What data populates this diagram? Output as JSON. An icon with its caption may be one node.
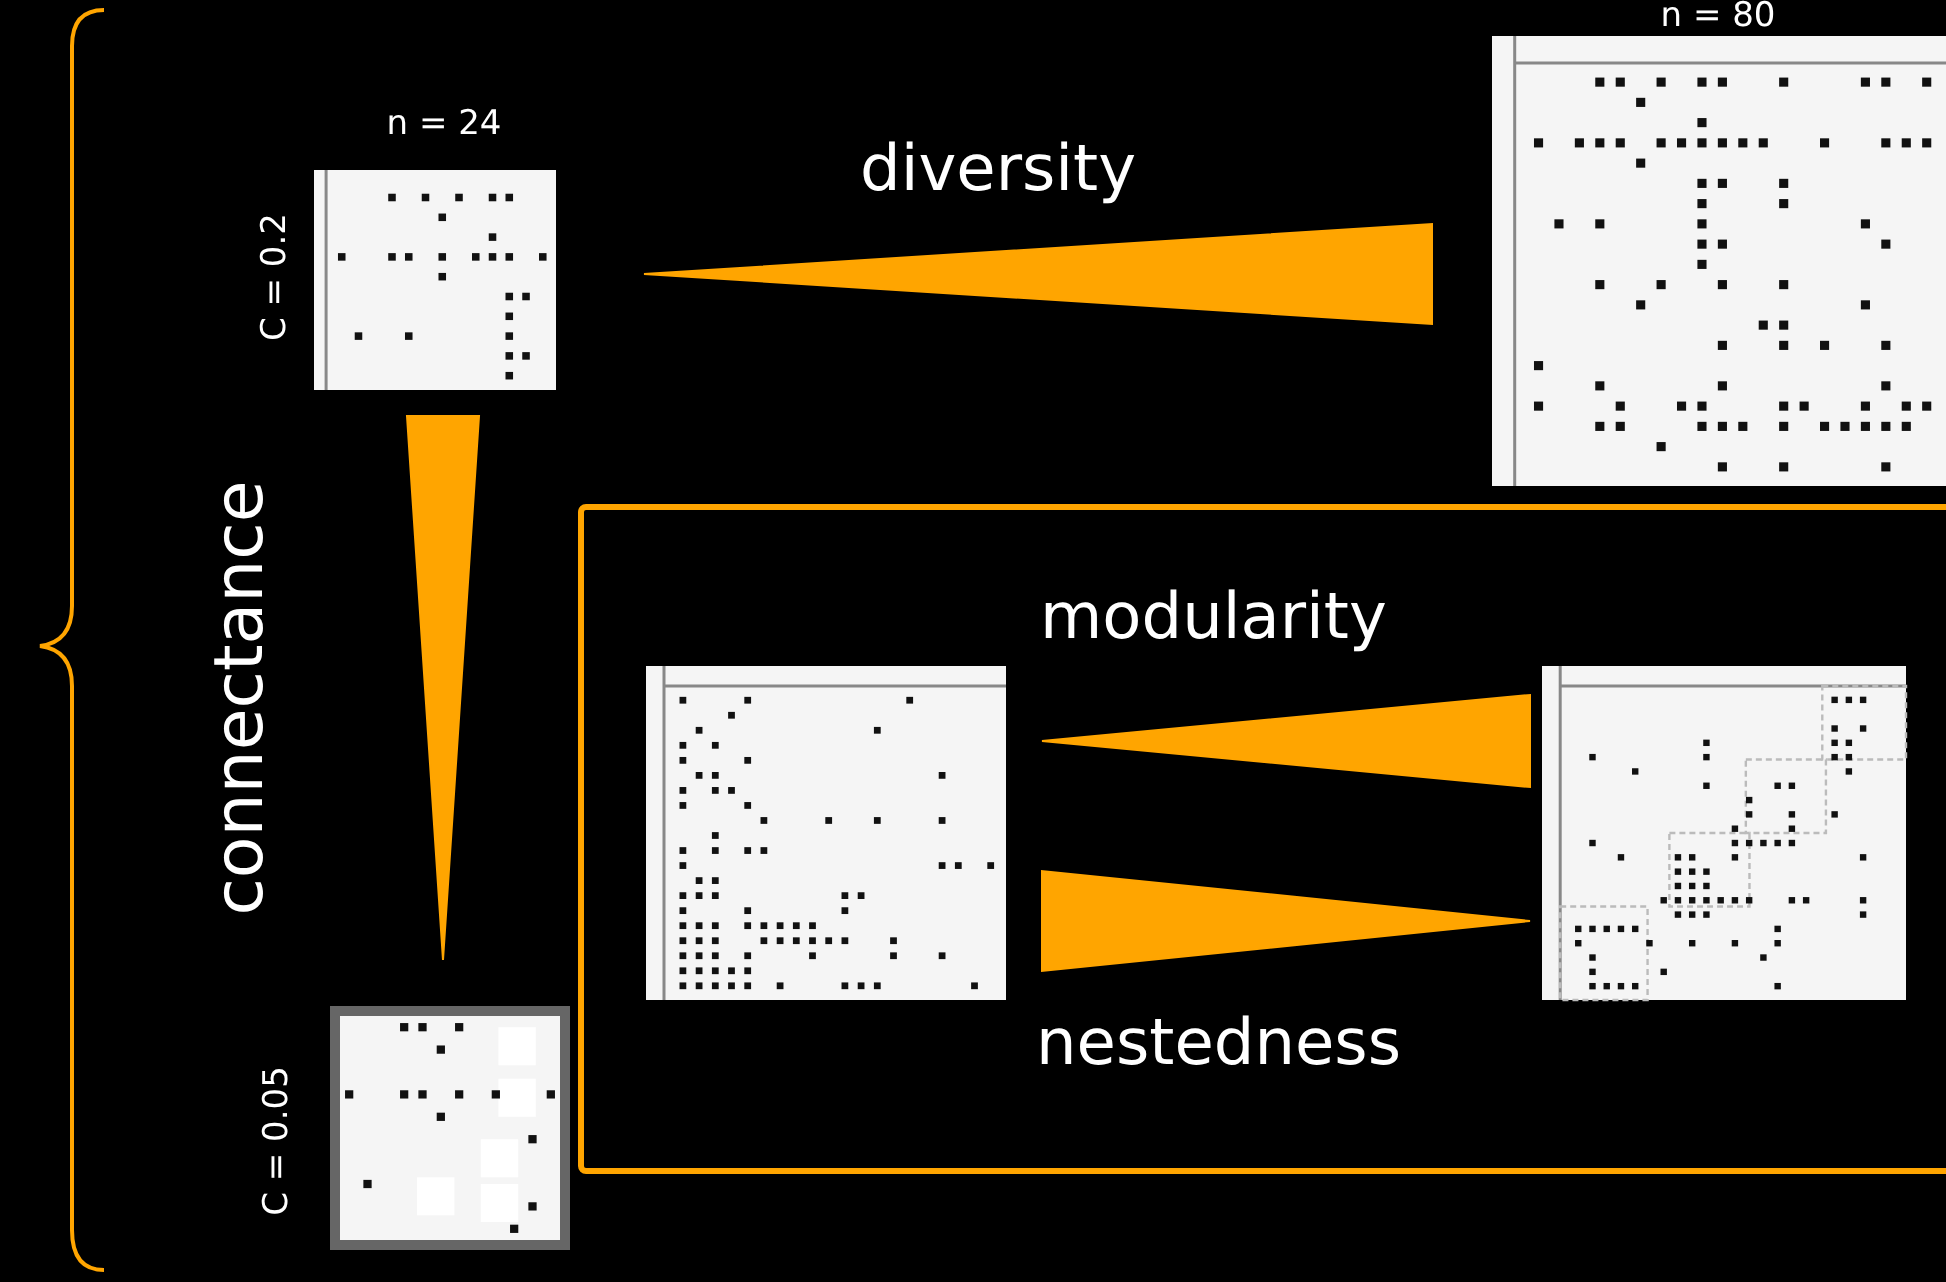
{
  "diagram": {
    "nodes": [
      {
        "text": [
          "n = 24",
          "C = 0.2"
        ]
      },
      {
        "text": [
          "n = 80"
        ]
      },
      {
        "text": [
          "C = 0.05"
        ]
      },
      {
        "text": [],
        "shape": "box"
      },
      {
        "text": [],
        "shape": "matrix",
        "in": 3
      },
      {
        "text": [],
        "shape": "matrix",
        "in": 3
      }
    ],
    "edges": [
      {
        "from": 0,
        "to": 1,
        "arrow": "none",
        "label": "diversity"
      },
      {
        "from": 2,
        "to": 0,
        "arrow": "none"
      },
      {
        "from": 4,
        "to": 5,
        "arrow": "none",
        "label": "modularity"
      },
      {
        "from": 5,
        "to": 4,
        "arrow": "none",
        "label": "nestedness"
      }
    ],
    "labels": [
      "connectance"
    ]
  }
}
